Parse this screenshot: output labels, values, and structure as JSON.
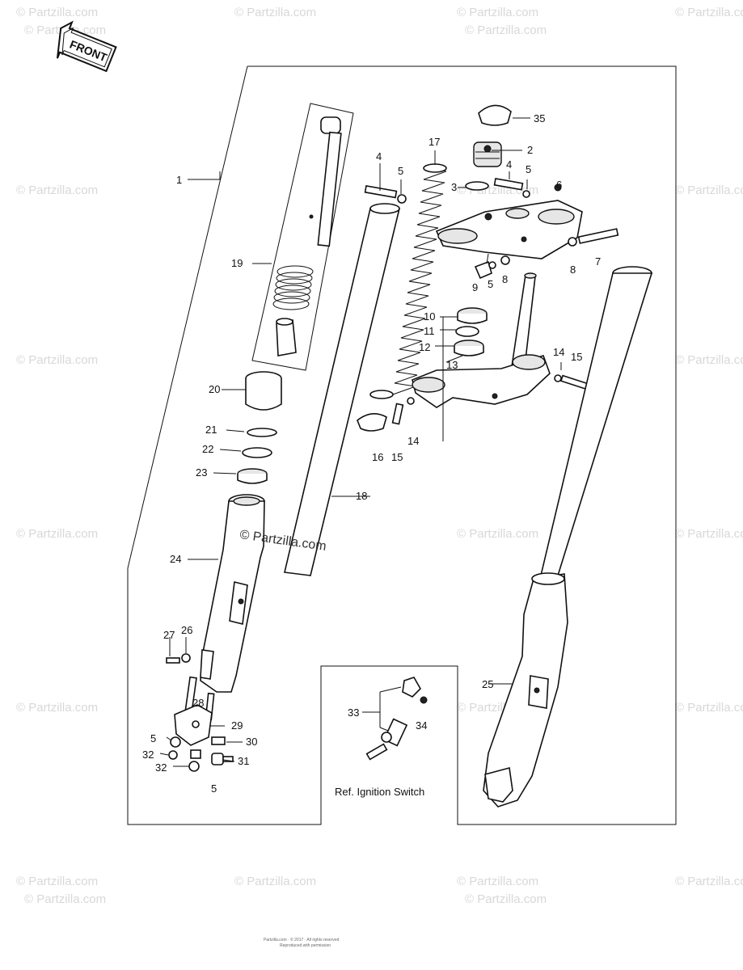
{
  "watermark": "© Partzilla.com",
  "front_label": "FRONT",
  "inset_caption": "Ref. Ignition Switch",
  "center_watermark": "© Partzilla.com",
  "copyright_lines": [
    "Partzilla.com · © 2017 · All rights reserved",
    "Reproduced with permission"
  ],
  "callouts": {
    "c1": "1",
    "c2": "2",
    "c3": "3",
    "c4a": "4",
    "c4b": "4",
    "c5a": "5",
    "c5b": "5",
    "c5c": "5",
    "c5d": "5",
    "c5e": "5",
    "c6": "6",
    "c7": "7",
    "c8a": "8",
    "c8b": "8",
    "c9": "9",
    "c10": "10",
    "c11": "11",
    "c12": "12",
    "c13": "13",
    "c14a": "14",
    "c14b": "14",
    "c15a": "15",
    "c15b": "15",
    "c16": "16",
    "c17": "17",
    "c18": "18",
    "c19": "19",
    "c20": "20",
    "c21": "21",
    "c22": "22",
    "c23": "23",
    "c24": "24",
    "c25": "25",
    "c26": "26",
    "c27": "27",
    "c28": "28",
    "c29": "29",
    "c30": "30",
    "c31": "31",
    "c32a": "32",
    "c32b": "32",
    "c33": "33",
    "c34": "34",
    "c35": "35"
  }
}
